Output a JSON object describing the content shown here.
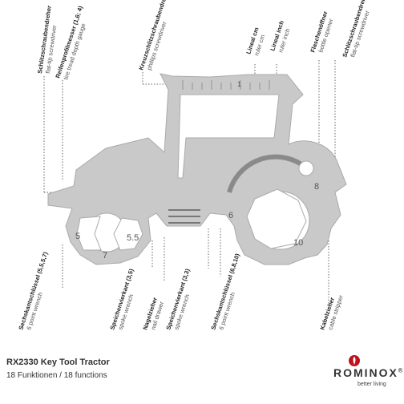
{
  "labels_top": [
    {
      "id": "schlitz1",
      "de": "Schlitzschraubendreher",
      "en": "flat-tip screwdriver"
    },
    {
      "id": "reifen",
      "de": "Reifenprofilmesser (1,6; 4)",
      "en": "tire tread depth gauge"
    },
    {
      "id": "kreuz",
      "de": "Kreuzschlitzschraubendreher",
      "en": "phillips screwdriver"
    },
    {
      "id": "linealcm",
      "de": "Lineal cm",
      "en": "ruler cm"
    },
    {
      "id": "linealinch",
      "de": "Lineal inch",
      "en": "ruler inch"
    },
    {
      "id": "flasche",
      "de": "Flaschenöffner",
      "en": "bottle opener"
    },
    {
      "id": "schlitz2",
      "de": "Schlitzschraubendreher",
      "en": "flat-tip screwdriver"
    }
  ],
  "labels_bottom": [
    {
      "id": "sechs1",
      "de": "Sechskantschlüssel (5,5,5,7)",
      "en": "6 point wrench"
    },
    {
      "id": "speichen1",
      "de": "Speichenvierkant (3,5)",
      "en": "spoke wrench"
    },
    {
      "id": "nagel",
      "de": "Nagelzieher",
      "en": "nail drawer"
    },
    {
      "id": "speichen2",
      "de": "Speichenvierkant (3,3)",
      "en": "spoke wrench"
    },
    {
      "id": "sechs2",
      "de": "Sechskantschlüssel (6,8,10)",
      "en": "6 point wrench"
    },
    {
      "id": "kabel",
      "de": "Kabelzieher",
      "en": "cable stripper"
    }
  ],
  "tool_marks": {
    "w5": "5",
    "w7": "7",
    "w55": "5.5",
    "w6": "6",
    "w8": "8",
    "w10": "10",
    "r1": "1"
  },
  "product": {
    "title": "RX2330 Key Tool Tractor",
    "subtitle": "18 Funktionen / 18 functions"
  },
  "brand": {
    "name": "ROMINOX",
    "registered": "®",
    "tagline": "better living",
    "color": "#c0121c"
  },
  "colors": {
    "steel": "#c9c9c9",
    "steel_dark": "#9a9a9a",
    "leader": "#666666"
  }
}
